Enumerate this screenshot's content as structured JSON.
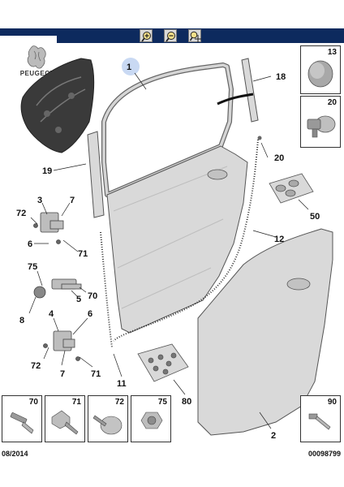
{
  "toolbar": {
    "buttons": [
      {
        "name": "zoom-in",
        "symbol": "+"
      },
      {
        "name": "zoom-out",
        "symbol": "-"
      },
      {
        "name": "zoom-pan",
        "symbol": "pan"
      }
    ]
  },
  "brand": {
    "name": "PEUGEOT"
  },
  "callouts": {
    "c1": "1",
    "c2": "2",
    "c3": "3",
    "c4": "4",
    "c5": "5",
    "c6a": "6",
    "c6b": "6",
    "c7a": "7",
    "c7b": "7",
    "c8": "8",
    "c11": "11",
    "c12": "12",
    "c18": "18",
    "c19": "19",
    "c20": "20",
    "c50": "50",
    "c70": "70",
    "c71a": "71",
    "c71b": "71",
    "c72a": "72",
    "c72b": "72",
    "c75": "75",
    "c80": "80"
  },
  "side_boxes": {
    "b13": "13",
    "b20": "20"
  },
  "fastener_boxes": {
    "f70": "70",
    "f71": "71",
    "f72": "72",
    "f75": "75",
    "f90": "90"
  },
  "footer": {
    "date": "08/2014",
    "ref": "00098799"
  },
  "colors": {
    "toolbar": "#0d2a5e",
    "part_fill": "#d9d9d9",
    "part_stroke": "#555555",
    "highlight": "#c9d9f3"
  }
}
